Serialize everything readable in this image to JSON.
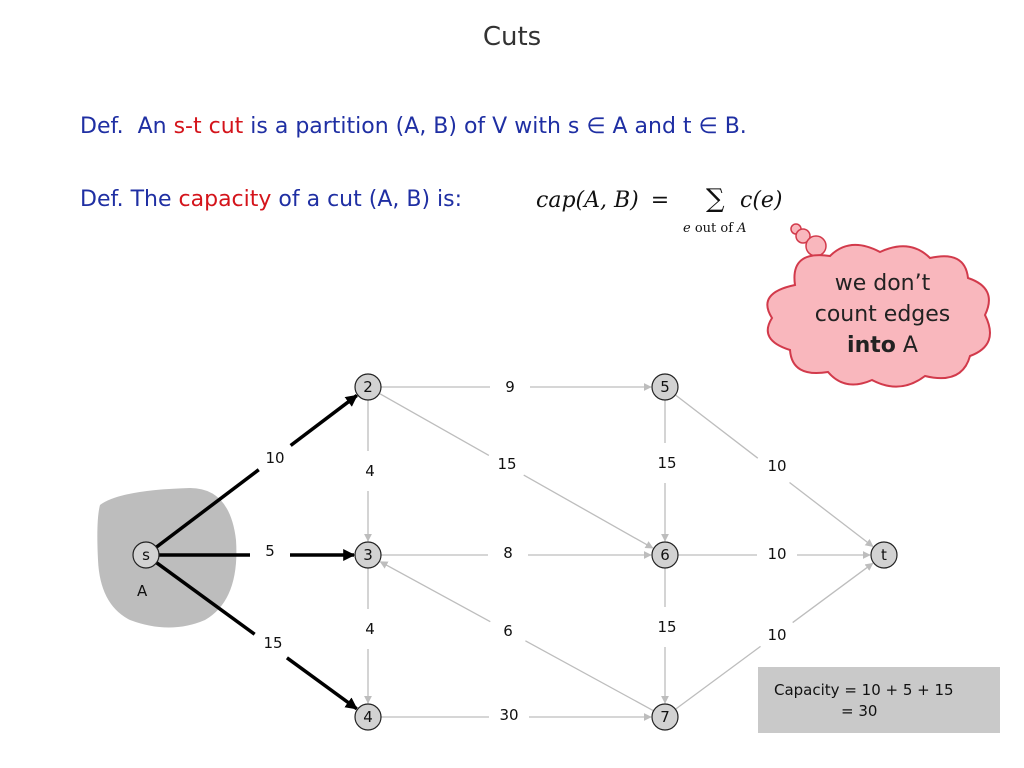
{
  "title": "Cuts",
  "def1": {
    "prefix": "Def.  An ",
    "term": "s-t cut",
    "text": " is a partition (A, B) of V with s ∈ A and t ∈ B."
  },
  "def2": {
    "prefix": "Def. The ",
    "term": "capacity",
    "text": " of a cut (A, B) is:"
  },
  "formula": {
    "lhs": "cap(A, B)",
    "eq": "=",
    "sum": "∑",
    "term": "c(e)",
    "subscript_e": "e",
    "subscript_text": " out of ",
    "subscript_a": "A"
  },
  "thought_bubble": {
    "line1": "we don’t",
    "line2": "count edges",
    "bold": "into",
    "rest": " A",
    "color": "#f9b7bd",
    "border": "#d23a4b"
  },
  "capacity_box": {
    "line1": "Capacity = 10 + 5 + 15",
    "line2": "= 30"
  },
  "graph": {
    "set_label": "A",
    "nodes": [
      {
        "id": "s",
        "label": "s"
      },
      {
        "id": "2",
        "label": "2"
      },
      {
        "id": "3",
        "label": "3"
      },
      {
        "id": "4",
        "label": "4"
      },
      {
        "id": "5",
        "label": "5"
      },
      {
        "id": "6",
        "label": "6"
      },
      {
        "id": "7",
        "label": "7"
      },
      {
        "id": "t",
        "label": "t"
      }
    ],
    "edges": [
      {
        "from": "s",
        "to": "2",
        "capacity": "10",
        "in_cut": true
      },
      {
        "from": "s",
        "to": "3",
        "capacity": "5",
        "in_cut": true
      },
      {
        "from": "s",
        "to": "4",
        "capacity": "15",
        "in_cut": true
      },
      {
        "from": "2",
        "to": "5",
        "capacity": "9",
        "in_cut": false
      },
      {
        "from": "2",
        "to": "3",
        "capacity": "4",
        "in_cut": false
      },
      {
        "from": "2",
        "to": "6",
        "capacity": "15",
        "in_cut": false
      },
      {
        "from": "3",
        "to": "6",
        "capacity": "8",
        "in_cut": false
      },
      {
        "from": "3",
        "to": "4",
        "capacity": "4",
        "in_cut": false
      },
      {
        "from": "7",
        "to": "3",
        "capacity": "6",
        "in_cut": false
      },
      {
        "from": "4",
        "to": "7",
        "capacity": "30",
        "in_cut": false
      },
      {
        "from": "5",
        "to": "6",
        "capacity": "15",
        "in_cut": false
      },
      {
        "from": "5",
        "to": "t",
        "capacity": "10",
        "in_cut": false
      },
      {
        "from": "6",
        "to": "t",
        "capacity": "10",
        "in_cut": false
      },
      {
        "from": "6",
        "to": "7",
        "capacity": "15",
        "in_cut": false
      },
      {
        "from": "7",
        "to": "t",
        "capacity": "10",
        "in_cut": false
      }
    ],
    "colors": {
      "node_fill": "#d2d2d2",
      "region_fill": "#bdbdbd",
      "cut_edge": "#000000",
      "normal_edge": "#bdbdbd"
    }
  }
}
